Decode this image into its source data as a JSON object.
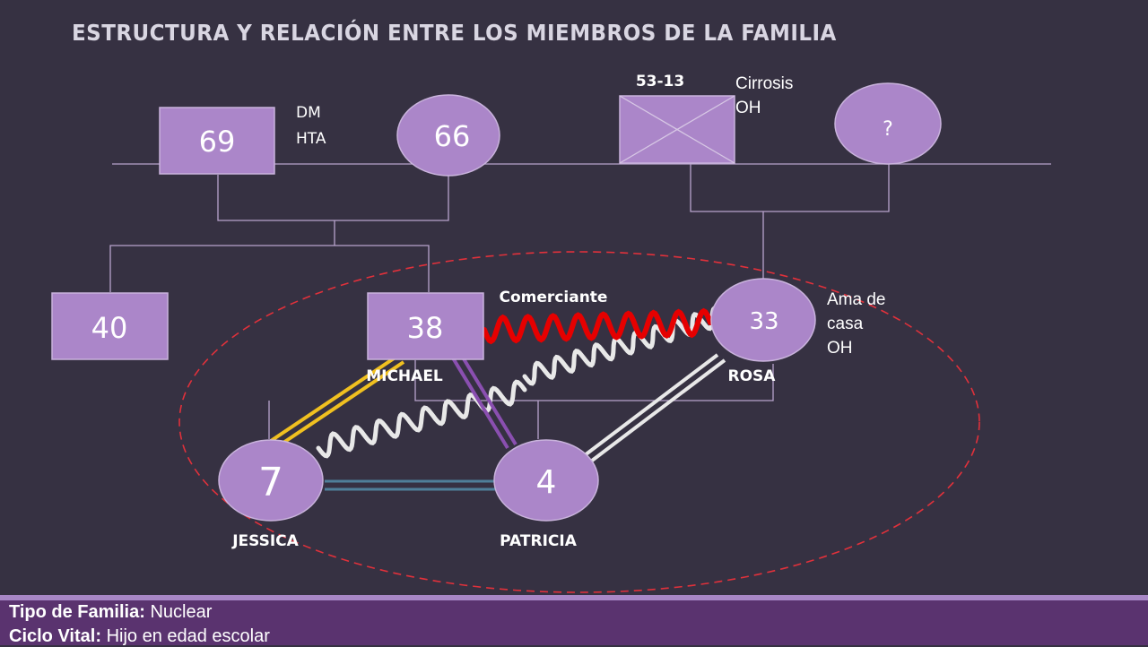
{
  "title": "ESTRUCTURA Y RELACIÓN ENTRE LOS MIEMBROS DE LA FAMILIA",
  "members": {
    "paternal_grandfather": {
      "age": "69"
    },
    "paternal_grandmother": {
      "age": "66"
    },
    "paternal_notes": [
      "DM",
      "HTA"
    ],
    "maternal_grandfather": {
      "years": "53-13",
      "notes": [
        "Cirrosis",
        "OH"
      ]
    },
    "maternal_grandmother": {
      "age": "?"
    },
    "uncle": {
      "age": "40"
    },
    "father": {
      "age": "38",
      "name": "MICHAEL",
      "occupation": "Comerciante"
    },
    "mother": {
      "age": "33",
      "name": "ROSA",
      "notes": [
        "Ama de",
        "casa",
        "OH"
      ]
    },
    "child1": {
      "age": "7",
      "name": "JESSICA"
    },
    "child2": {
      "age": "4",
      "name": "PATRICIA"
    }
  },
  "footer": {
    "type_label": "Tipo de Familia:",
    "type_value": "Nuclear",
    "cycle_label": "Ciclo Vital:",
    "cycle_value": "Hijo en edad escolar"
  },
  "colors": {
    "background": "#363142",
    "node_fill": "#ab86c9",
    "conflict_red": "#e60000",
    "tension_white": "#e8e8e8",
    "close_yellow": "#f0c020",
    "close_purple": "#8a4fb0",
    "normal_blue": "#4f7f99",
    "household_dashed": "#e0313b",
    "footer": "#5a336f"
  }
}
